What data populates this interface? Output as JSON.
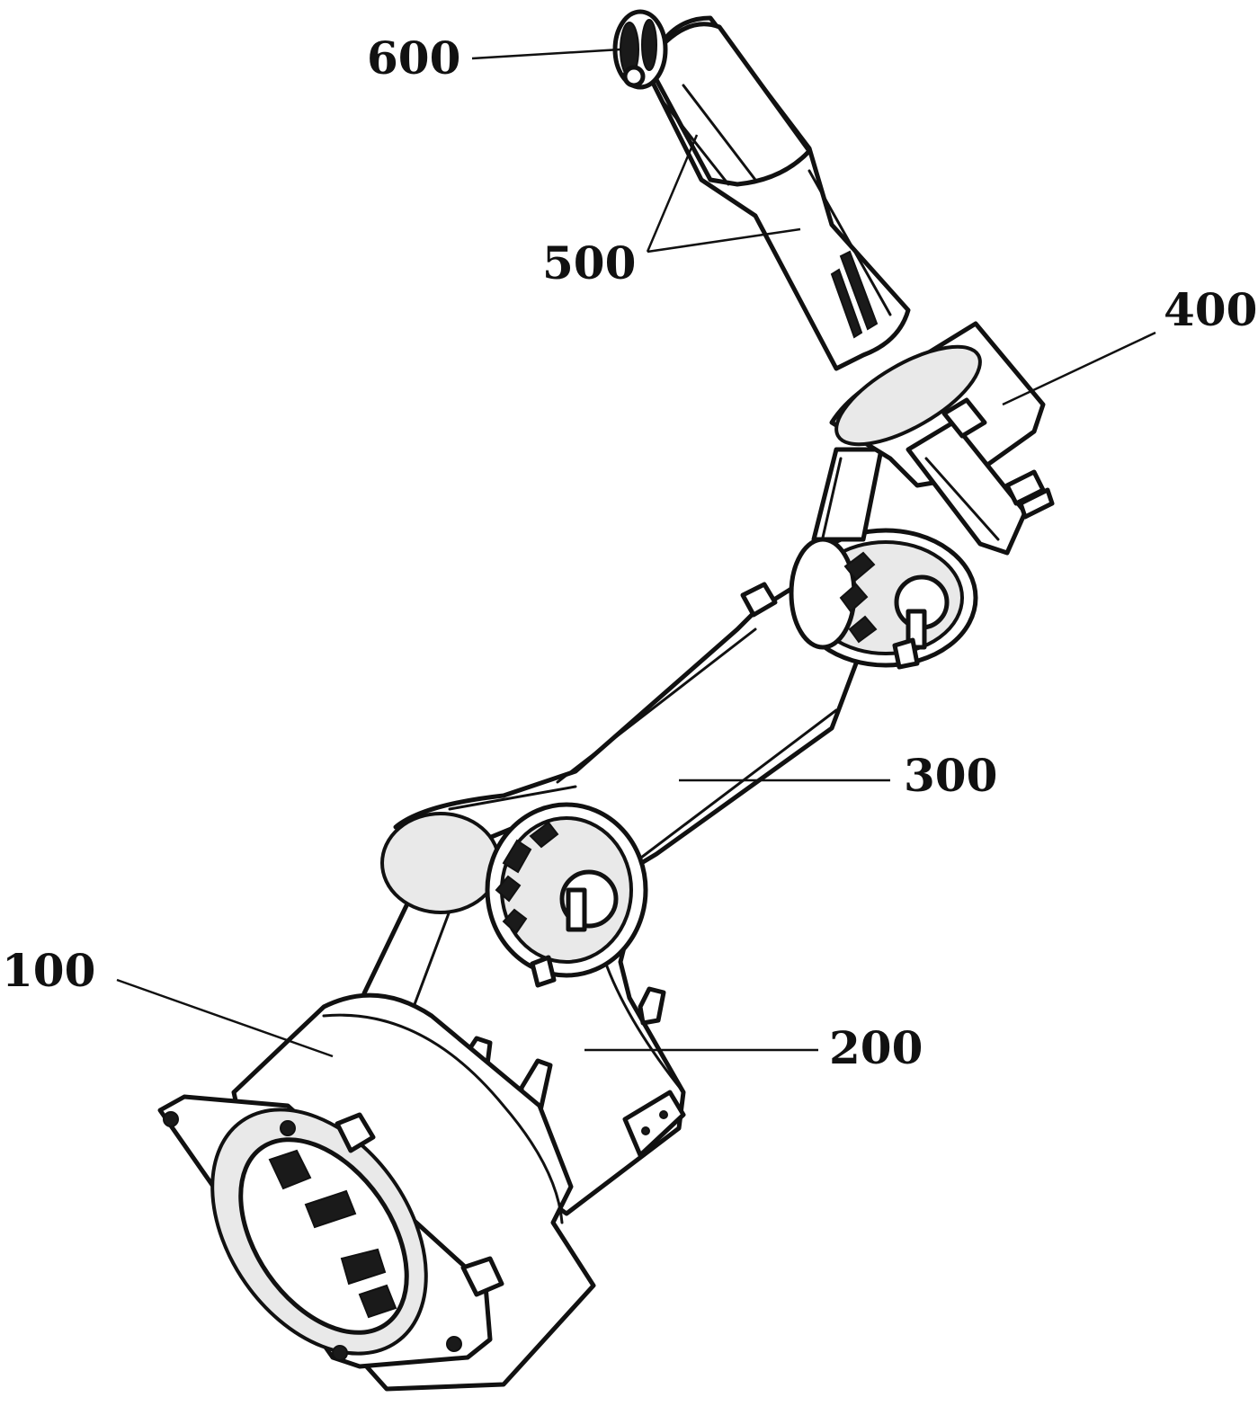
{
  "figure": {
    "labels": {
      "base": "100",
      "first_arm": "200",
      "second_arm": "300",
      "wrist_joint": "400",
      "forearm": "500",
      "end_effector": "600"
    }
  }
}
